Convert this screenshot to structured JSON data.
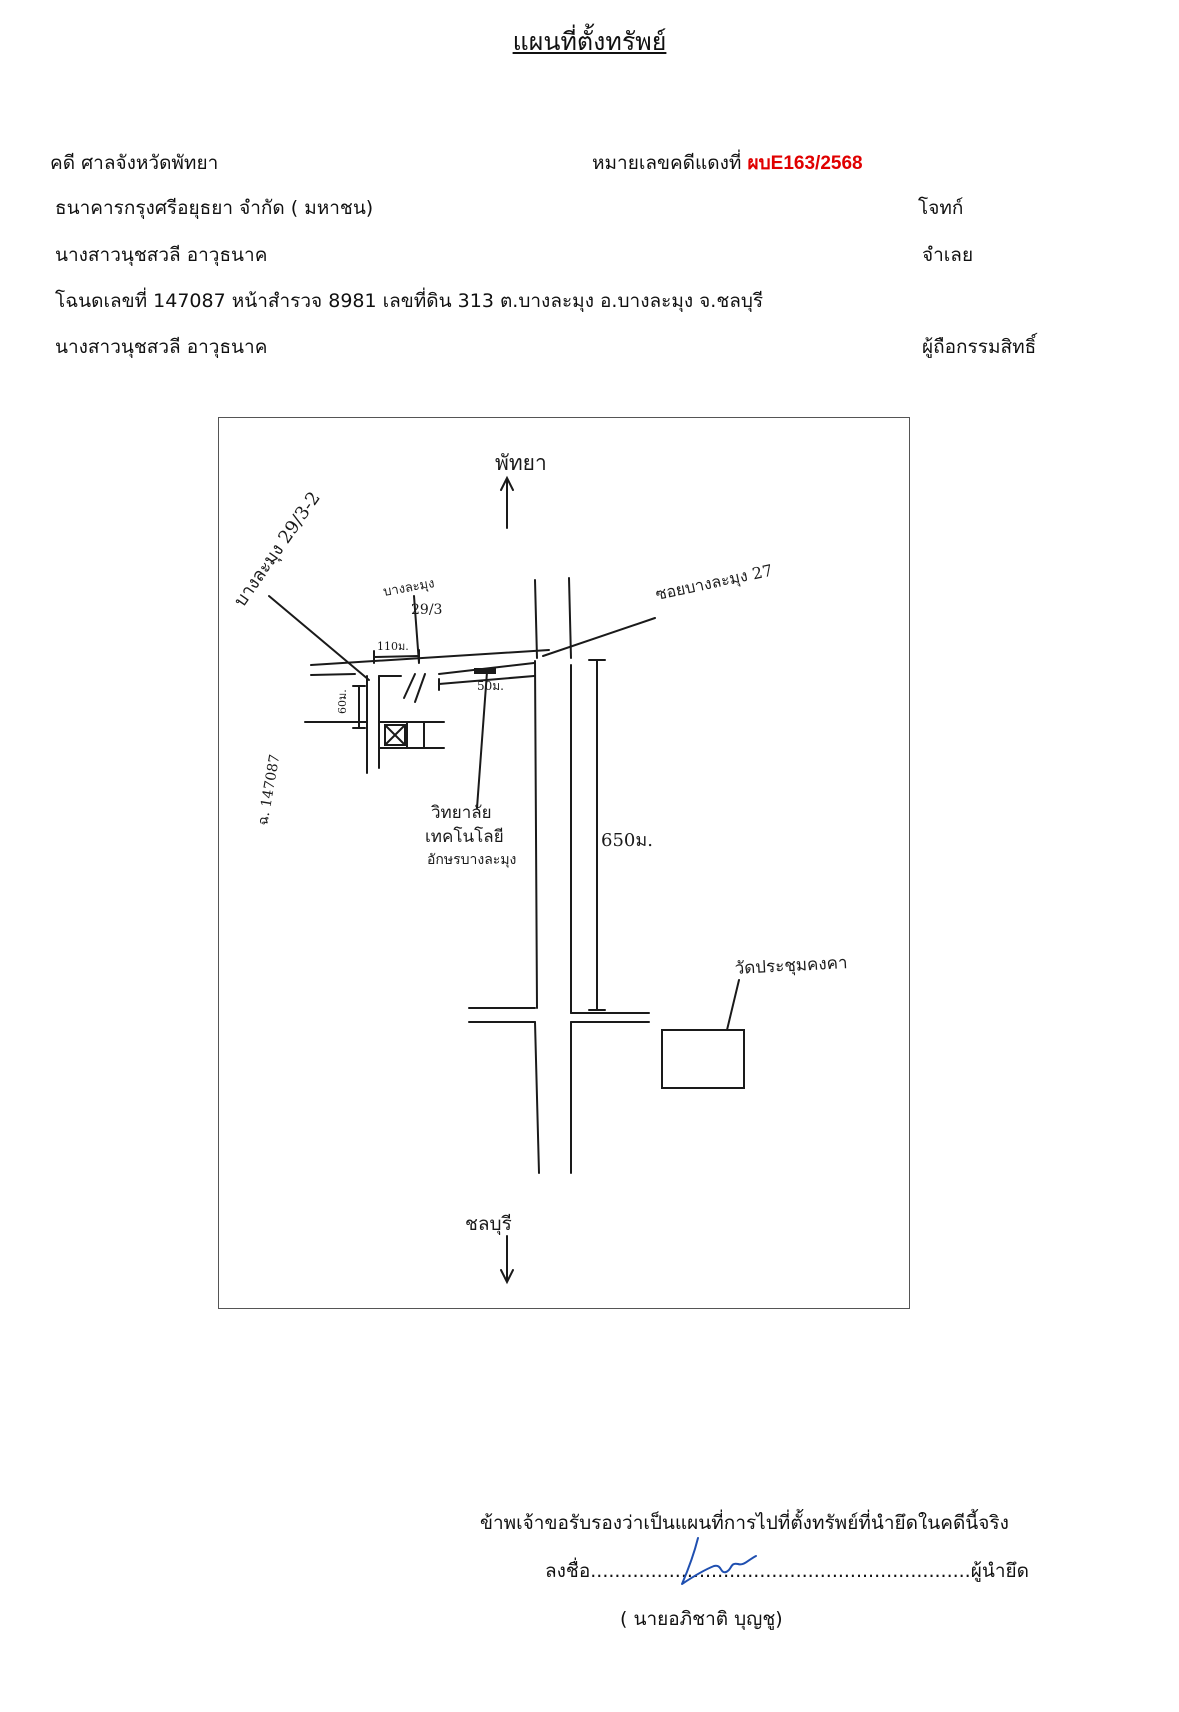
{
  "document": {
    "title": "แผนที่ตั้งทรัพย์",
    "case_court": "คดี ศาลจังหวัดพัทยา",
    "case_number_label": "หมายเลขคดีแดงที่",
    "case_number_value": "ผบE163/2568",
    "plaintiff_name": "ธนาคารกรุงศรีอยุธยา จำกัด ( มหาชน)",
    "plaintiff_role": "โจทก์",
    "defendant_name": "นางสาวนุชสวลี   อาวุธนาค",
    "defendant_role": "จำเลย",
    "deed_line": "โฉนดเลขที่ 147087 หน้าสำรวจ  8981 เลขที่ดิน 313 ต.บางละมุง อ.บางละมุง จ.ชลบุรี",
    "owner_name": "นางสาวนุชสวลี   อาวุธนาค",
    "owner_role": "ผู้ถือกรรมสิทธิ์"
  },
  "map": {
    "north_label": "พัทยา",
    "south_label": "ชลบุรี",
    "soi_main": "ซอยบางละมุง 27",
    "soi_left": "บางละมุง 29/3-2",
    "soi_small_top": "บางละมุง",
    "soi_small_bottom": "29/3",
    "dist_110": "110ม.",
    "dist_60": "60ม.",
    "dist_50": "50ม.",
    "dist_650": "650ม.",
    "deed_label": "ฉ. 147087",
    "college_1": "วิทยาลัย",
    "college_2": "เทคโนโลยี",
    "college_3": "อักษรบางละมุง",
    "temple": "วัดประชุมคงคา"
  },
  "certification": {
    "statement": "ข้าพเจ้าขอรับรองว่าเป็นแผนที่การไปที่ตั้งทรัพย์ที่นำยึดในคดีนี้จริง",
    "sign_prefix": "ลงชื่อ",
    "sign_dots": "...............................................................",
    "sign_role": "ผู้นำยึด",
    "signer_name": "(  นายอภิชาติ  บุญชู)"
  }
}
